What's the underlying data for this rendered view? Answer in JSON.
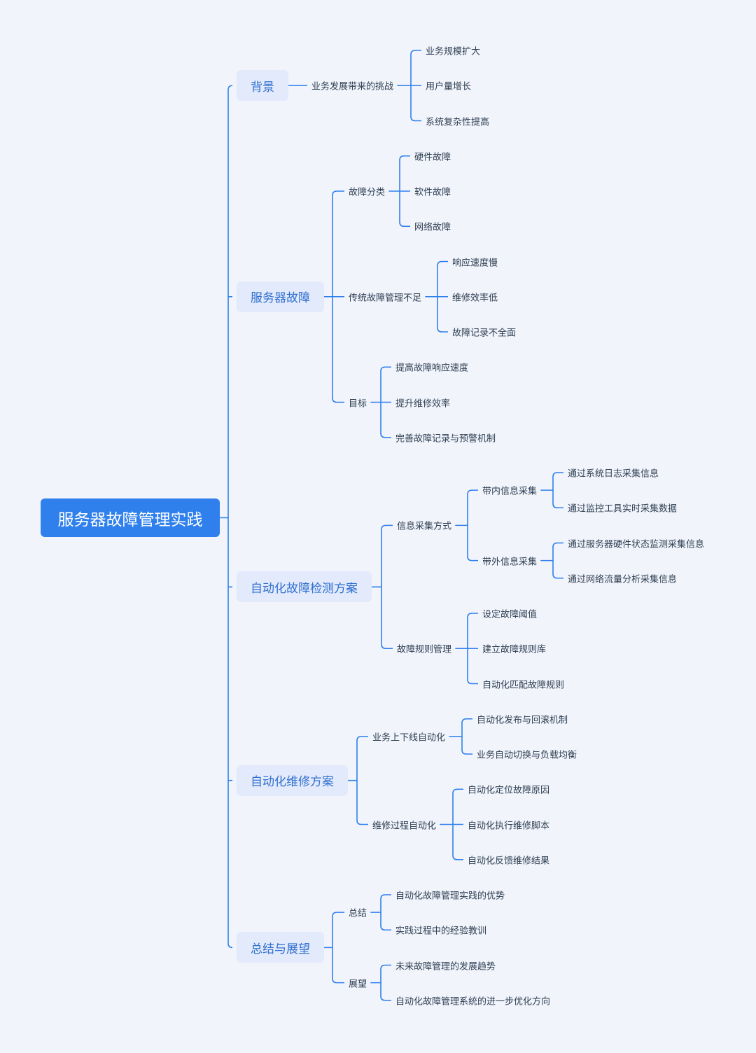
{
  "root": {
    "label": "服务器故障管理实践"
  },
  "branches": [
    {
      "label": "背景",
      "children": [
        {
          "label": "业务发展带来的挑战",
          "children": [
            {
              "label": "业务规模扩大"
            },
            {
              "label": "用户量增长"
            },
            {
              "label": "系统复杂性提高"
            }
          ]
        }
      ]
    },
    {
      "label": "服务器故障",
      "children": [
        {
          "label": "故障分类",
          "children": [
            {
              "label": "硬件故障"
            },
            {
              "label": "软件故障"
            },
            {
              "label": "网络故障"
            }
          ]
        },
        {
          "label": "传统故障管理不足",
          "children": [
            {
              "label": "响应速度慢"
            },
            {
              "label": "维修效率低"
            },
            {
              "label": "故障记录不全面"
            }
          ]
        },
        {
          "label": "目标",
          "children": [
            {
              "label": "提高故障响应速度"
            },
            {
              "label": "提升维修效率"
            },
            {
              "label": "完善故障记录与预警机制"
            }
          ]
        }
      ]
    },
    {
      "label": "自动化故障检测方案",
      "children": [
        {
          "label": "信息采集方式",
          "children": [
            {
              "label": "带内信息采集",
              "children": [
                {
                  "label": "通过系统日志采集信息"
                },
                {
                  "label": "通过监控工具实时采集数据"
                }
              ]
            },
            {
              "label": "带外信息采集",
              "children": [
                {
                  "label": "通过服务器硬件状态监测采集信息"
                },
                {
                  "label": "通过网络流量分析采集信息"
                }
              ]
            }
          ]
        },
        {
          "label": "故障规则管理",
          "children": [
            {
              "label": "设定故障阈值"
            },
            {
              "label": "建立故障规则库"
            },
            {
              "label": "自动化匹配故障规则"
            }
          ]
        }
      ]
    },
    {
      "label": "自动化维修方案",
      "children": [
        {
          "label": "业务上下线自动化",
          "children": [
            {
              "label": "自动化发布与回滚机制"
            },
            {
              "label": "业务自动切换与负载均衡"
            }
          ]
        },
        {
          "label": "维修过程自动化",
          "children": [
            {
              "label": "自动化定位故障原因"
            },
            {
              "label": "自动化执行维修脚本"
            },
            {
              "label": "自动化反馈维修结果"
            }
          ]
        }
      ]
    },
    {
      "label": "总结与展望",
      "children": [
        {
          "label": "总结",
          "children": [
            {
              "label": "自动化故障管理实践的优势"
            },
            {
              "label": "实践过程中的经验教训"
            }
          ]
        },
        {
          "label": "展望",
          "children": [
            {
              "label": "未来故障管理的发展趋势"
            },
            {
              "label": "自动化故障管理系统的进一步优化方向"
            }
          ]
        }
      ]
    }
  ],
  "colors": {
    "background": "#f2f4fc",
    "root_fill": "#2f80ed",
    "branch_fill": "#e3eafb",
    "branch_text": "#2f6fd0",
    "line": "#2f80ed",
    "leaf_text": "#2c3e50"
  }
}
